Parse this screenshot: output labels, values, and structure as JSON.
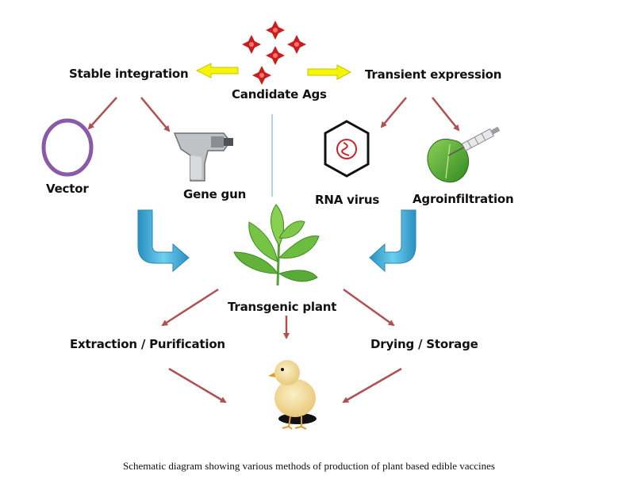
{
  "labels": {
    "candidate_ags": "Candidate Ags",
    "stable_integration": "Stable integration",
    "transient_expression": "Transient expression",
    "vector": "Vector",
    "gene_gun": "Gene gun",
    "rna_virus": "RNA virus",
    "agroinfiltration": "Agroinfiltration",
    "transgenic_plant": "Transgenic plant",
    "extraction_purification": "Extraction / Purification",
    "drying_storage": "Drying / Storage"
  },
  "caption": "Schematic diagram showing various methods of production of plant based edible vaccines",
  "icons": [
    "antigen-cluster-icon",
    "vector-ring-icon",
    "gene-gun-icon",
    "rna-virus-icon",
    "syringe-leaf-icon",
    "plant-icon",
    "chick-icon"
  ],
  "colors": {
    "red_arrow": "#b05050",
    "yellow_arrow": "#f5f500",
    "blue_arrow": "#3aaad4",
    "vector_ring": "#8a5aa8",
    "antigen_red": "#c81e1e",
    "divider": "#9cc3d8"
  }
}
